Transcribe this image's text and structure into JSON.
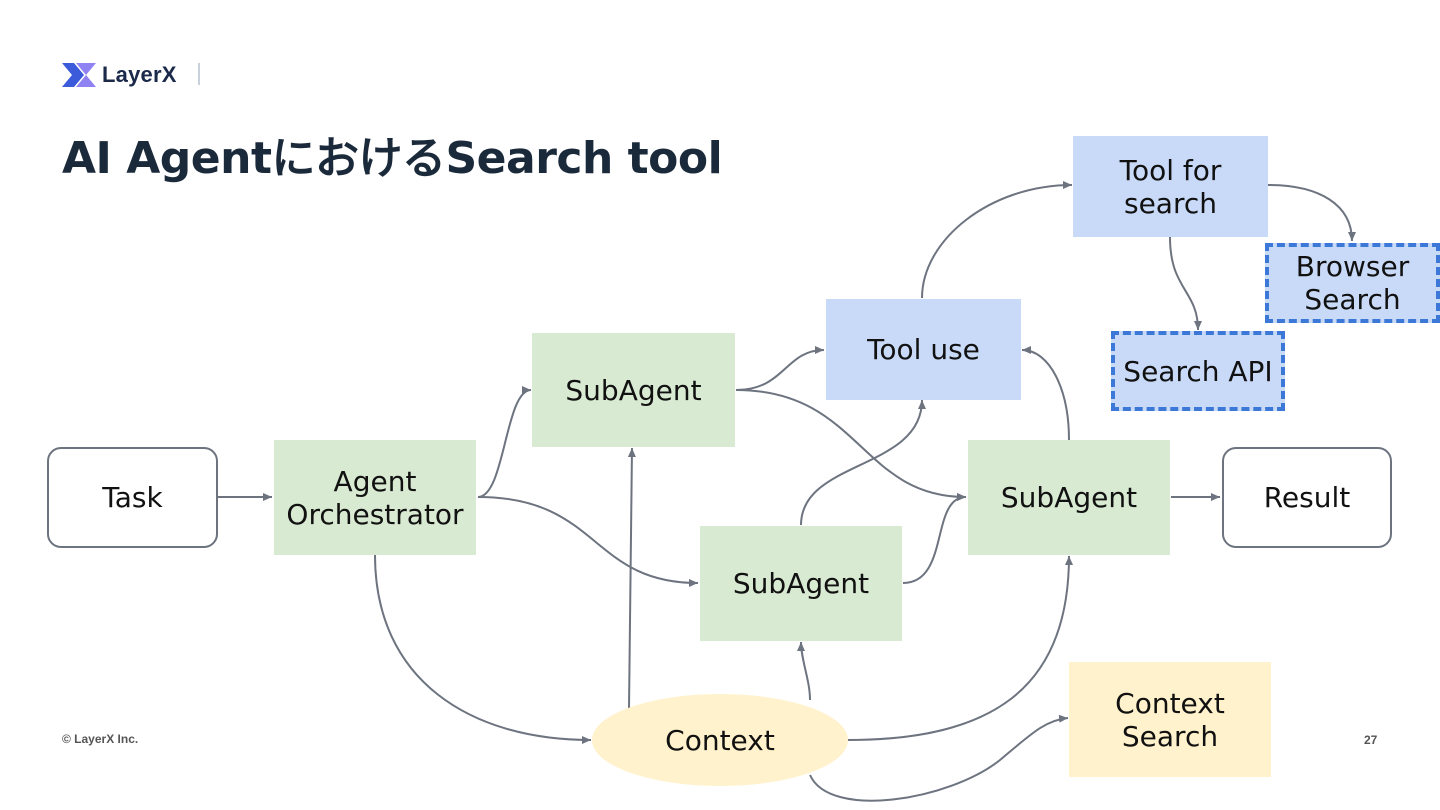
{
  "brand": {
    "name": "LayerX",
    "icon": "layerx-logo-icon",
    "colors": {
      "mark_primary": "#3b5bdb",
      "mark_secondary": "#7b6cf0"
    }
  },
  "slide": {
    "title": "AI AgentにおけるSearch tool",
    "copyright": "© LayerX Inc.",
    "page_number": "27"
  },
  "diagram": {
    "nodes": {
      "task": "Task",
      "agent_orchestrator": "Agent Orchestrator",
      "subagent_top": "SubAgent",
      "subagent_bottom": "SubAgent",
      "subagent_right": "SubAgent",
      "tool_use": "Tool use",
      "tool_for_search": "Tool for search",
      "browser_search": "Browser Search",
      "search_api": "Search API",
      "result": "Result",
      "context": "Context",
      "context_search": "Context Search"
    },
    "colors": {
      "agent": "#d9ead3",
      "tool": "#c9daf8",
      "context": "#fff2cc",
      "dashed_border": "#3c78d8",
      "arrow": "#6d7480"
    }
  }
}
